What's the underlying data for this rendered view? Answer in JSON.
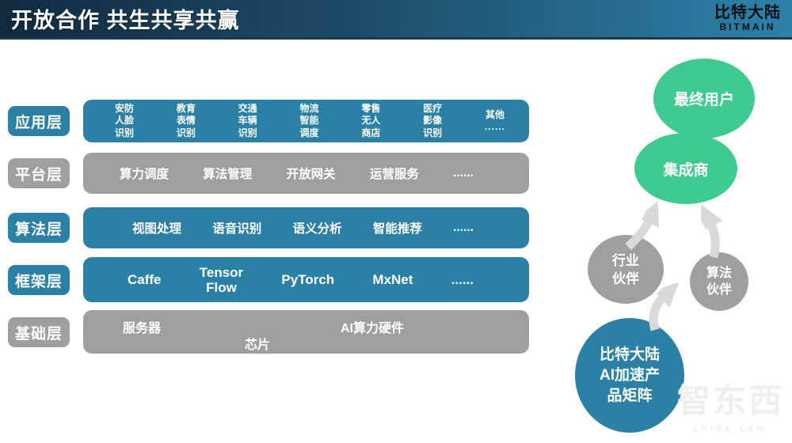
{
  "slide": {
    "title": "开放合作 共生共享共赢",
    "logo": {
      "cn": "比特大陆",
      "en": "BITMAIN"
    }
  },
  "layers": [
    {
      "label": "应用层",
      "items": [
        {
          "lines": [
            "安防",
            "人脸",
            "识别"
          ]
        },
        {
          "lines": [
            "教育",
            "表情",
            "识别"
          ]
        },
        {
          "lines": [
            "交通",
            "车辆",
            "识别"
          ]
        },
        {
          "lines": [
            "物流",
            "智能",
            "调度"
          ]
        },
        {
          "lines": [
            "零售",
            "无人",
            "商店"
          ]
        },
        {
          "lines": [
            "医疗",
            "影像",
            "识别"
          ]
        },
        {
          "lines": [
            "其他",
            "......"
          ]
        }
      ]
    },
    {
      "label": "平台层",
      "items": [
        "算力调度",
        "算法管理",
        "开放网关",
        "运营服务",
        "......"
      ]
    },
    {
      "label": "算法层",
      "items": [
        "视图处理",
        "语音识别",
        "语义分析",
        "智能推荐",
        "......"
      ]
    },
    {
      "label": "框架层",
      "items": [
        "Caffe",
        "Tensor\nFlow",
        "PyTorch",
        "MxNet",
        "......"
      ]
    },
    {
      "label": "基础层",
      "items": [
        "服务器",
        "AI算力硬件",
        "芯片"
      ]
    }
  ],
  "ecosystem": {
    "end_user": "最终用户",
    "integrator": "集成商",
    "industry": [
      "行业",
      "伙伴"
    ],
    "algo": [
      "算法",
      "伙伴"
    ],
    "bitmain": [
      "比特大陆",
      "AI加速产",
      "品矩阵"
    ]
  },
  "watermark": {
    "logo": "智东西",
    "site": "zhidx.com"
  },
  "colors": {
    "teal": "#2a80a5",
    "gray": "#9e9f9f",
    "green": "#3fcb90",
    "arrow": "#d9d9d9",
    "header_dark": "#112a3e",
    "header_teal": "#2e81aa"
  }
}
